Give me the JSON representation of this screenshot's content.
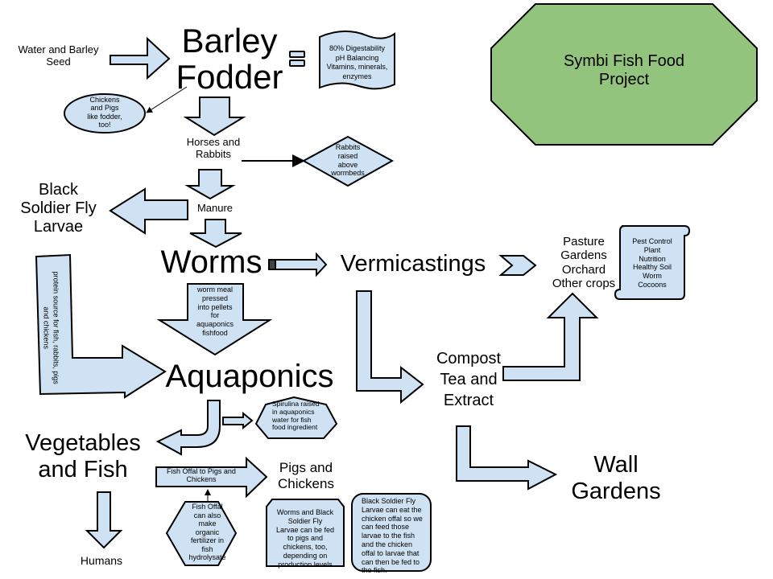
{
  "colors": {
    "shape_fill": "#cfe2f3",
    "title_fill": "#93c47d",
    "stroke": "#000000"
  },
  "title": "Symbi Fish Food\nProject",
  "nodes": {
    "water_seed": "Water and Barley\nSeed",
    "barley_fodder": "Barley\nFodder",
    "fodder_benefits": "80% Digestability\npH Balancing\nVitamins, minerals,\nenzymes",
    "chickens_pigs_note": "Chickens\nand Pigs\nlike fodder,\ntoo!",
    "horses_rabbits": "Horses and\nRabbits",
    "rabbits_note": "Rabbits\nraised\nabove\nwormbeds",
    "manure": "Manure",
    "bsf_larvae": "Black\nSoldier Fly\nLarvae",
    "worms": "Worms",
    "vermicastings": "Vermicastings",
    "pasture": "Pasture\nGardens\nOrchard\nOther crops",
    "scroll_note": "Pest Control\nPlant\nNutrition\nHealthy Soil\nWorm\nCocoons",
    "bsf_protein": "protein source for fish, rabbits, pigs\nand chickens",
    "worm_meal": "worm meal\npressed\ninto pellets\nfor\naquaponics\nfishfood",
    "aquaponics": "Aquaponics",
    "compost_tea": "Compost\nTea and\nExtract",
    "spirulina": "Spirulina raised\nin aquaponics\nwater for fish\nfood ingredient",
    "veg_fish": "Vegetables\nand Fish",
    "humans": "Humans",
    "fish_offal_arrow": "Fish Offal to Pigs and\nChickens",
    "pigs_chickens": "Pigs and\nChickens",
    "fish_offal_note": "Fish Offal\ncan also\nmake\norganic\nfertilizer in\nfish\nhydrolysate",
    "worms_bsf_note": "Worms and Black\nSoldier Fly\nLarvae can be fed\nto pigs and\nchickens, too,\ndepending on\nproduction levels",
    "bsf_offal_note": "Black Soldier Fly\nLarvae can eat the\nchicken offal so we\ncan feed those\nlarvae to the fish\nand the chicken\noffal to larvae that\ncan then be fed to\nthe fish.",
    "wall_gardens": "Wall\nGardens"
  }
}
